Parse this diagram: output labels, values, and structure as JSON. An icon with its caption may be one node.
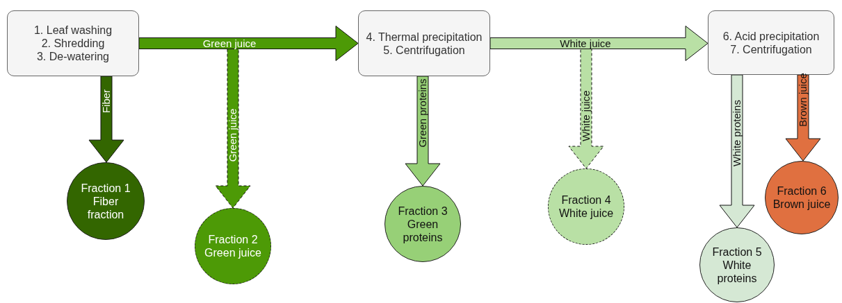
{
  "diagram": {
    "nodes": [
      {
        "text": [
          "1. Leaf washing",
          "2. Shredding",
          "3. De-watering"
        ]
      },
      {
        "text": [
          "4. Thermal precipitation",
          "5. Centrifugation"
        ]
      },
      {
        "text": [
          "6. Acid precipitation",
          "7. Centrifugation"
        ]
      },
      {
        "text": [
          "Fraction 1 Fiber fraction"
        ]
      },
      {
        "text": [
          "Fraction 2 Green juice"
        ]
      },
      {
        "text": [
          "Fraction 3 Green proteins"
        ]
      },
      {
        "text": [
          "Fraction 4 White juice"
        ]
      },
      {
        "text": [
          "Fraction 5 White proteins"
        ]
      },
      {
        "text": [
          "Fraction 6 Brown juice"
        ]
      }
    ],
    "edges": [
      {
        "from": 0,
        "to": 1,
        "arrow": "to",
        "label": "Green juice",
        "color": "#4d9a06"
      },
      {
        "from": 0,
        "to": 3,
        "arrow": "to",
        "label": "Fiber",
        "color": "#336600"
      },
      {
        "from": 0,
        "to": 4,
        "arrow": "to",
        "label": "Green juice",
        "style": "dashed",
        "color": "#4d9a06"
      },
      {
        "from": 1,
        "to": 2,
        "arrow": "to",
        "label": "White juice",
        "color": "#b9e0a5"
      },
      {
        "from": 1,
        "to": 5,
        "arrow": "to",
        "label": "Green proteins",
        "color": "#97d077"
      },
      {
        "from": 1,
        "to": 6,
        "arrow": "to",
        "label": "White juice",
        "style": "dashed",
        "color": "#b9e0a5"
      },
      {
        "from": 2,
        "to": 7,
        "arrow": "to",
        "label": "White proteins",
        "color": "#d5e8d4"
      },
      {
        "from": 2,
        "to": 8,
        "arrow": "to",
        "label": "Brown juice",
        "color": "#e07040"
      }
    ]
  }
}
